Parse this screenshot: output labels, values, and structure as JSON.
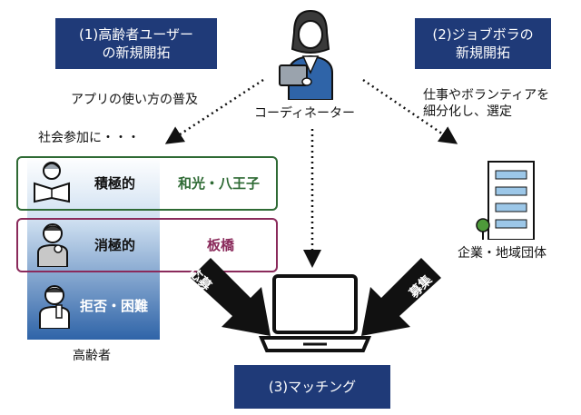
{
  "boxes": {
    "elderly": {
      "line1": "(1)高齢者ユーザー",
      "line2": "の新規開拓"
    },
    "volunteer": {
      "line1": "(2)ジョブボラの",
      "line2": "新規開拓"
    },
    "matching": {
      "label": "(3)マッチング"
    }
  },
  "coordinator": {
    "label": "コーディネーター"
  },
  "notes": {
    "app": "アプリの使い方の普及",
    "social": "社会参加に・・・",
    "work_line1": "仕事やボランティアを",
    "work_line2": "細分化し、選定",
    "company": "企業・地域団体",
    "elderly_caption": "高齢者"
  },
  "rows": [
    {
      "level": "積極的",
      "area": "和光・八王子",
      "border": "#2e6a34",
      "area_color": "#2e6a34"
    },
    {
      "level": "消極的",
      "area": "板橋",
      "border": "#8a2a5b",
      "area_color": "#8a2a5b"
    },
    {
      "level": "拒否・困難",
      "area": ""
    }
  ],
  "arrows": {
    "apply": "応募",
    "recruit": "募集"
  },
  "colors": {
    "navy": "#1f3a78",
    "gradient_bottom": "#2f64a8"
  }
}
